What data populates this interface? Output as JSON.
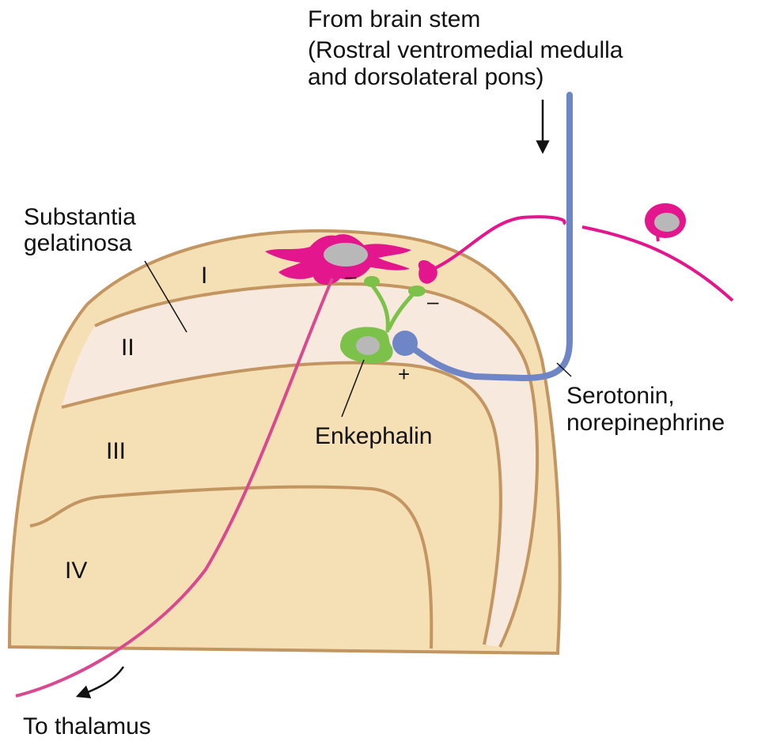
{
  "labels": {
    "from_brain_stem": "From brain stem",
    "source_line1": "(Rostral ventromedial medulla",
    "source_line2": "and dorsolateral pons)",
    "substantia_line1": "Substantia",
    "substantia_line2": "gelatinosa",
    "serotonin_line1": "Serotonin,",
    "serotonin_line2": "norepinephrine",
    "enkephalin": "Enkephalin",
    "to_thalamus": "To thalamus"
  },
  "laminae": [
    "I",
    "II",
    "III",
    "IV"
  ],
  "signs": {
    "projection_neuron_inhibition": "–",
    "afferent_terminal_inhibition": "–",
    "descending_excitation": "+"
  },
  "colors": {
    "background": "#ffffff",
    "tissue_fill": "#f5dfb5",
    "lamina_ii_fill": "#f8e9df",
    "tissue_outline": "#c39560",
    "projection_neuron": "#e4168d",
    "projection_axon": "#d9498f",
    "interneuron": "#7cc24a",
    "descending_fiber": "#6f86c6",
    "nucleus": "#b8b8b8",
    "text": "#111111"
  },
  "icons": {
    "descending_direction": "arrow-down-icon",
    "ascending_direction": "arrow-down-left-icon"
  }
}
